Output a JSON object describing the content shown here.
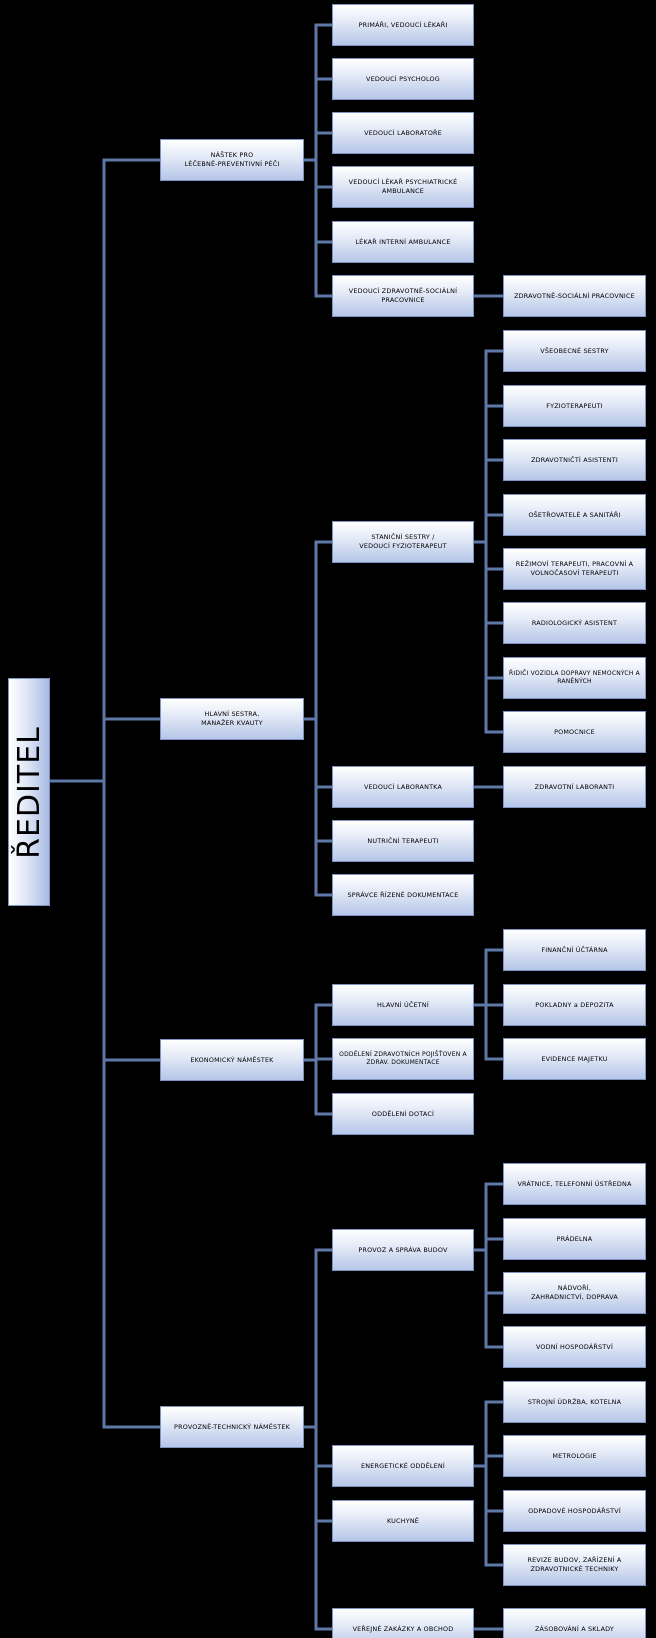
{
  "root": "ŘEDITEL",
  "line_color": "#5e78a8",
  "box_colors": {
    "light": "#ffffff",
    "dark": "#b6c6e8",
    "border": "#7f93c2"
  },
  "deputies": [
    {
      "name": [
        "NÁŠTEK PRO",
        "LÉČEBNĚ-PREVENTIVNÍ   PÉČI"
      ],
      "units": [
        {
          "name": [
            "PRIMÁŘI,  VEDOUCÍ  LÉKAŘI"
          ]
        },
        {
          "name": [
            "VEDOUCÍ  PSYCHOLOG"
          ]
        },
        {
          "name": [
            "VEDOUCÍ  LABORATOŘE"
          ]
        },
        {
          "name": [
            "VEDOUCÍ  LÉKAŘ  PSYCHIATRICKÉ",
            "AMBULANCE"
          ]
        },
        {
          "name": [
            "LÉKAŘ  INTERNÍ  AMBULANCE"
          ]
        },
        {
          "name": [
            "VEDOUCÍ  ZDRAVOTNĚ-SOCIÁLNÍ",
            "PRACOVNICE"
          ],
          "subunits": [
            [
              "ZDRAVOTNĚ-SOCIÁLNÍ   PRACOVNICE"
            ]
          ]
        }
      ]
    },
    {
      "name": [
        "HLAVNÍ  SESTRA,",
        "MANAŽER  KVAUTY"
      ],
      "units": [
        {
          "name": [
            "STANIČNÍ  SESTRY  /",
            "VEDOUCÍ  FYZIOTERAPEUT"
          ],
          "subunits": [
            [
              "VŠEOBECNÉ  SESTRY"
            ],
            [
              "FYZIOTERAPEUTI"
            ],
            [
              "ZDRAVOTNIČTÍ  ASISTENTI"
            ],
            [
              "OŠETŘOVATELÉ  A SANITÁŘI"
            ],
            [
              "REŽIMOVÍ  TERAPEUTI,  PRACOVNÍ  A",
              "VOLNOČASOVÍ  TERAPEUTI"
            ],
            [
              "RADIOLOGICKÝ   ASISTENT"
            ],
            [
              "ŘIDIČI  VOZIDLA  DOPRAVY  NEMOCNÝCH  A",
              "RANĚNÝCH"
            ],
            [
              "POMOCNICE"
            ]
          ]
        },
        {
          "name": [
            "VEDOUCÍ  LABORANTKA"
          ],
          "subunits": [
            [
              "ZDRAVOTNÍ  LABORANTI"
            ]
          ]
        },
        {
          "name": [
            "NUTRIČNÍ  TERAPEUTI"
          ]
        },
        {
          "name": [
            "SPRÁVCE  ŘÍZENÉ  DOKUMENTACE"
          ]
        }
      ]
    },
    {
      "name": [
        "EKONOMICKÝ   NÁMĚSTEK"
      ],
      "units": [
        {
          "name": [
            "HLAVNÍ  ÚČETNÍ"
          ],
          "subunits": [
            [
              "FINANČNÍ  ÚČTÁRNA"
            ],
            [
              "POKLADNY  a  DEPOZITA"
            ],
            [
              "EVIDENCE  MAJETKU"
            ]
          ]
        },
        {
          "name": [
            "ODDĚLENÍ  ZDRAVOTNÍCH  POJIŠŤOVEN  A",
            "ZDRAV.  DOKUMENTACE"
          ]
        },
        {
          "name": [
            "ODDĚLENÍ   DOTACÍ"
          ]
        }
      ]
    },
    {
      "name": [
        "PROVOZNĚ-TECHNICKÝ   NÁMĚSTEK"
      ],
      "units": [
        {
          "name": [
            "PROVOZ  A  SPRÁVA  BUDOV"
          ],
          "subunits": [
            [
              "VRÁTNICE,  TELEFONNÍ  ÚSTŘEDNA"
            ],
            [
              "PRÁDELNA"
            ],
            [
              "NÁDVOŘÍ,",
              "ZAHRADNICTVÍ,  DOPRAVA"
            ],
            [
              "VODNÍ  HOSPODÁŘSTVÍ"
            ]
          ]
        },
        {
          "name": [
            "ENERGETICKÉ  ODDĚLENÍ"
          ],
          "subunits": [
            [
              "STROJNÍ  ÚDRŽBA,  KOTELNA"
            ],
            [
              "METROLOGIE"
            ],
            [
              "ODPADOVÉ  HOSPODÁŘSTVÍ"
            ],
            [
              "REVIZE  BUDOV,  ZAŘÍZENÍ  A",
              "ZDRAVOTNICKÉ  TECHNIKY"
            ]
          ]
        },
        {
          "name": [
            "KUCHYNĚ"
          ]
        },
        {
          "name": [
            "VEŘEJNÉ  ZAKÁZKY  A  OBCHOD"
          ],
          "subunits": [
            [
              "ZÁSOBOVÁNÍ   A  SKLADY"
            ]
          ]
        }
      ]
    }
  ]
}
